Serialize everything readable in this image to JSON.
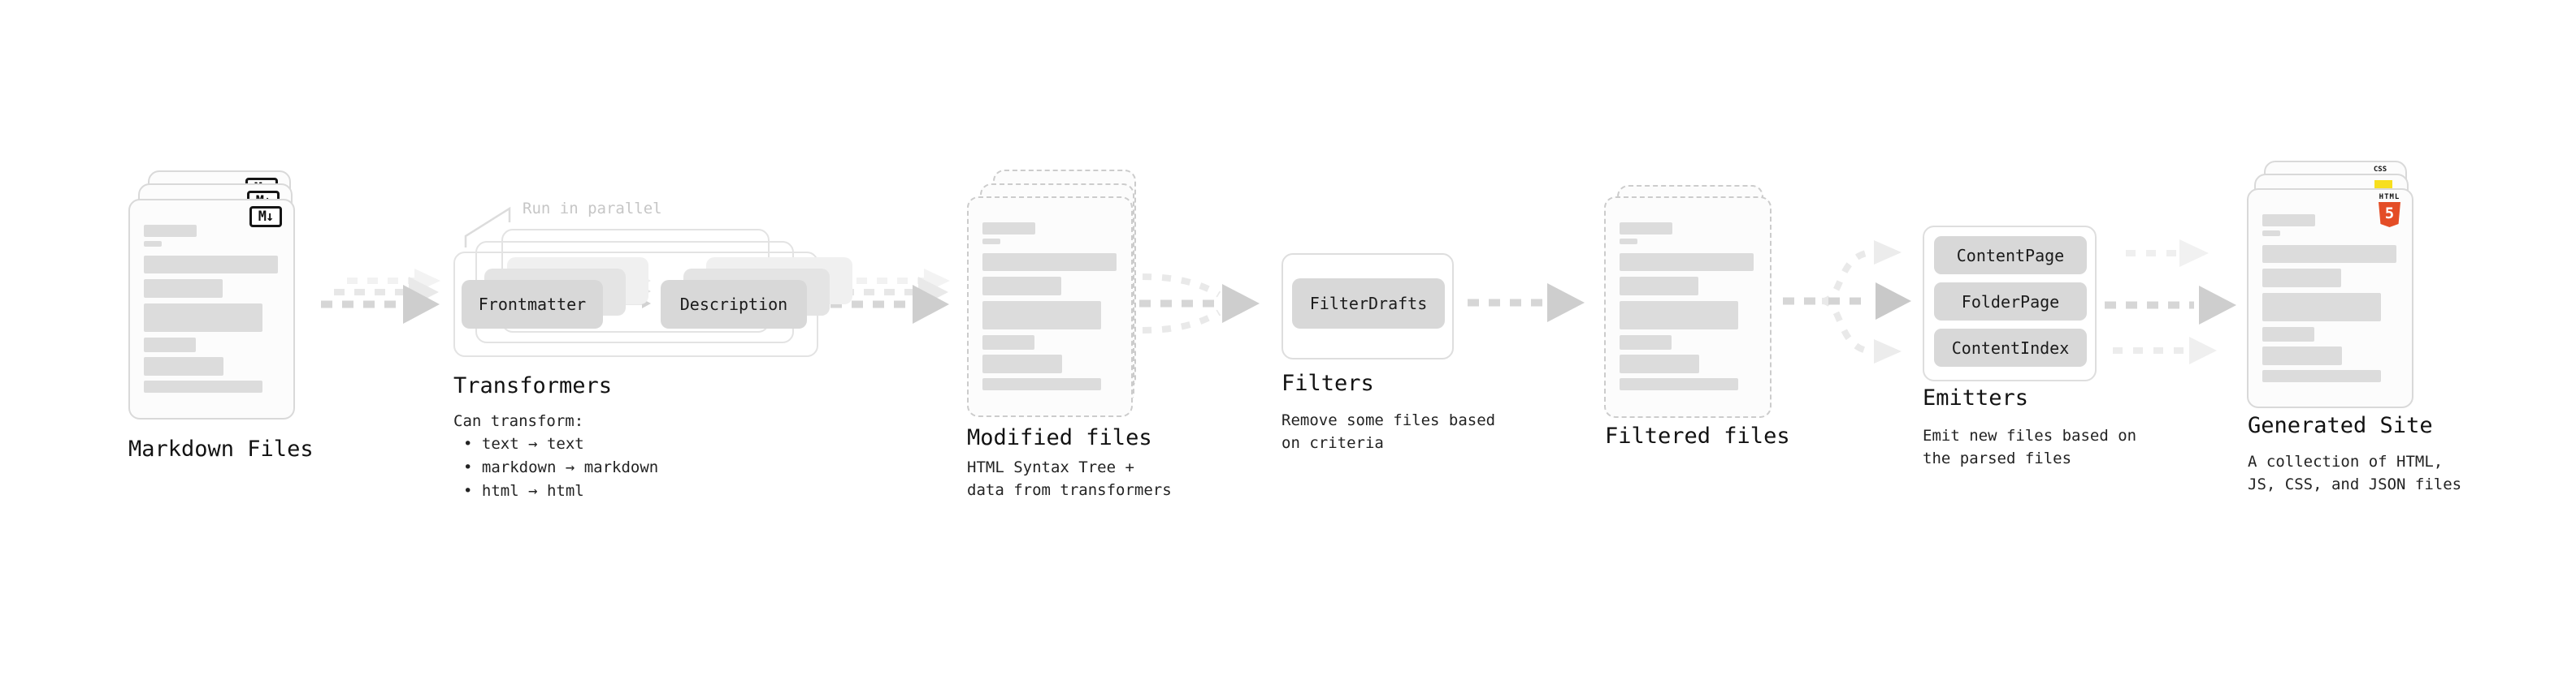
{
  "stages": {
    "markdown_files": {
      "title": "Markdown Files",
      "badge": "M↓"
    },
    "transformers": {
      "title": "Transformers",
      "note": "Run in parallel",
      "pill_left": "Frontmatter",
      "pill_right": "Description",
      "heading": "Can transform:",
      "bullets": [
        "• text → text",
        "• markdown → markdown",
        "• html → html"
      ]
    },
    "modified_files": {
      "title": "Modified files",
      "subtitle_line1": "HTML Syntax Tree +",
      "subtitle_line2": "data from transformers"
    },
    "filters": {
      "title": "Filters",
      "pill": "FilterDrafts",
      "subtitle_line1": "Remove some files based",
      "subtitle_line2": "on criteria"
    },
    "filtered_files": {
      "title": "Filtered files"
    },
    "emitters": {
      "title": "Emitters",
      "pills": [
        "ContentPage",
        "FolderPage",
        "ContentIndex"
      ],
      "subtitle_line1": "Emit new files based on",
      "subtitle_line2": "the parsed files"
    },
    "generated_site": {
      "title": "Generated Site",
      "subtitle_line1": "A collection of HTML,",
      "subtitle_line2": "JS, CSS, and JSON files",
      "css_badge": "CSS",
      "html_badge_label": "HTML",
      "html_badge_number": "5"
    }
  },
  "colors": {
    "html5_orange": "#e44d26",
    "js_yellow": "#f7df1e",
    "css_blue": "#2b5fe3",
    "card_border": "#d9d9d9",
    "pill_fill": "#d8d8d8",
    "arrow_gray": "#d4d4d4",
    "note_gray": "#c6c6c6"
  }
}
